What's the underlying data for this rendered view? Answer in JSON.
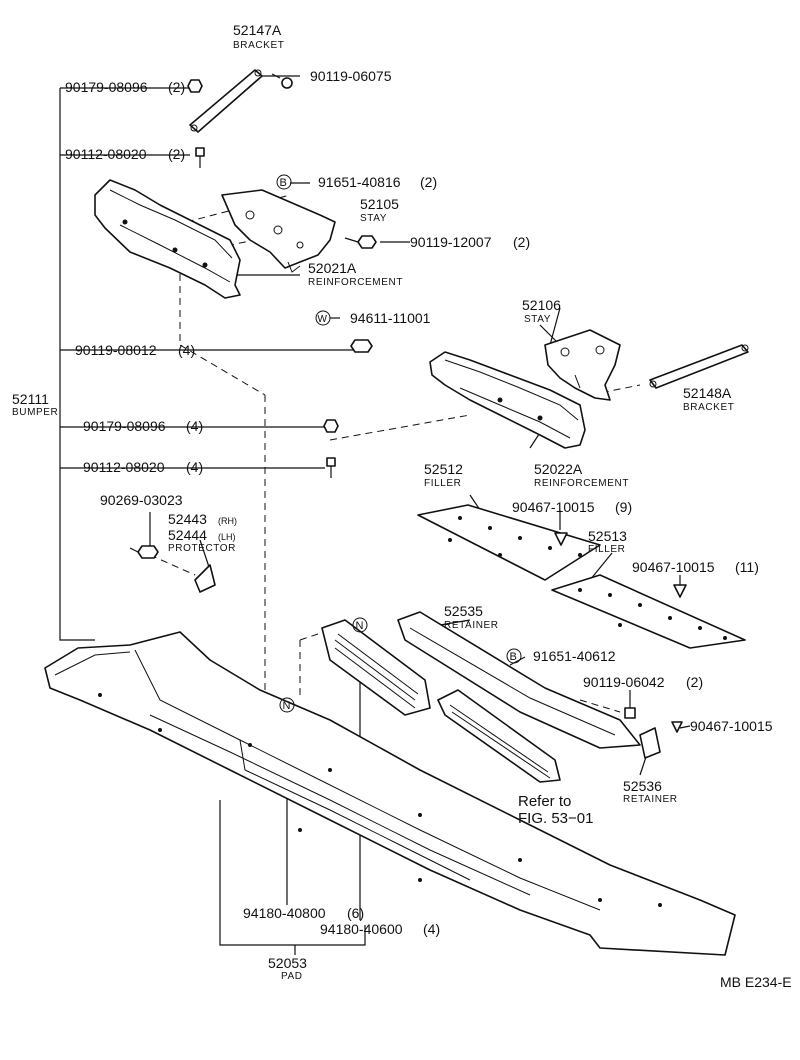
{
  "parts": {
    "p52147A": {
      "num": "52147A",
      "name": "BRACKET"
    },
    "p90179_top": {
      "num": "90179-08096",
      "qty": "(2)"
    },
    "p90119_06075": {
      "num": "90119-06075"
    },
    "p90112_top": {
      "num": "90112-08020",
      "qty": "(2)"
    },
    "p91651_40816": {
      "mark": "B",
      "num": "91651-40816",
      "qty": "(2)"
    },
    "p52105": {
      "num": "52105",
      "name": "STAY"
    },
    "p90119_12007": {
      "num": "90119-12007",
      "qty": "(2)"
    },
    "p52021A": {
      "num": "52021A",
      "name": "REINFORCEMENT"
    },
    "p94611": {
      "mark": "W",
      "num": "94611-11001"
    },
    "p52106": {
      "num": "52106",
      "name": "STAY"
    },
    "p90119_08012": {
      "num": "90119-08012",
      "qty": "(4)"
    },
    "p52148A": {
      "num": "52148A",
      "name": "BRACKET"
    },
    "p52111": {
      "num": "52111",
      "name": "BUMPER"
    },
    "p90179_mid": {
      "num": "90179-08096",
      "qty": "(4)"
    },
    "p90112_mid": {
      "num": "90112-08020",
      "qty": "(4)"
    },
    "p52022A": {
      "num": "52022A",
      "name": "REINFORCEMENT"
    },
    "p52512": {
      "num": "52512",
      "name": "FILLER"
    },
    "p90467_9": {
      "num": "90467-10015",
      "qty": "(9)"
    },
    "p90269": {
      "num": "90269-03023"
    },
    "p52443": {
      "num": "52443",
      "side": "(RH)"
    },
    "p52444": {
      "num": "52444",
      "side": "(LH)",
      "name": "PROTECTOR"
    },
    "p52513": {
      "num": "52513",
      "name": "FILLER"
    },
    "p90467_11": {
      "num": "90467-10015",
      "qty": "(11)"
    },
    "p52535": {
      "num": "52535",
      "name": "RETAINER"
    },
    "p91651_40612": {
      "mark": "B",
      "num": "91651-40612"
    },
    "p90119_06042": {
      "num": "90119-06042",
      "qty": "(2)"
    },
    "p90467_single": {
      "num": "90467-10015"
    },
    "p52536": {
      "num": "52536",
      "name": "RETAINER"
    },
    "refer": {
      "line1": "Refer to",
      "line2": "FIG. 53−01"
    },
    "p94180_40800": {
      "mark": "N",
      "num": "94180-40800",
      "qty": "(6)"
    },
    "p94180_40600": {
      "mark": "N",
      "num": "94180-40600",
      "qty": "(4)"
    },
    "p52053": {
      "num": "52053",
      "name": "PAD"
    }
  },
  "figure_code": "MB E234-E"
}
